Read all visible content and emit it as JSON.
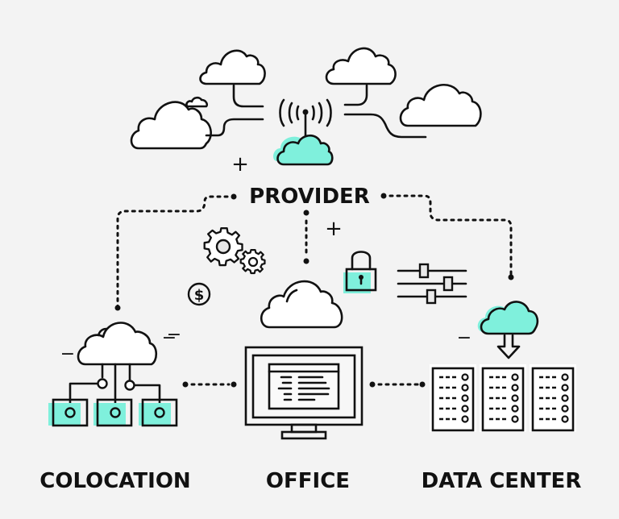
{
  "title": "Cloud hosting network diagram",
  "colors": {
    "background": "#f3f3f3",
    "accent": "#7ff0dc",
    "line": "#111111"
  },
  "nodes": {
    "provider": {
      "label": "PROVIDER",
      "icon": "antenna-cloud-icon"
    },
    "colocation": {
      "label": "COLOCATION",
      "icon": "cloud-network-icon"
    },
    "office": {
      "label": "OFFICE",
      "icon": "monitor-icon"
    },
    "data_center": {
      "label": "DATA CENTER",
      "icon": "server-racks-icon"
    }
  },
  "decorations": {
    "plus_symbol": "+",
    "minus_symbol": "−",
    "dollar_symbol": "$"
  },
  "connections": [
    {
      "from": "provider",
      "to": "colocation",
      "style": "dotted"
    },
    {
      "from": "provider",
      "to": "office",
      "style": "dotted"
    },
    {
      "from": "provider",
      "to": "data_center",
      "style": "dotted"
    },
    {
      "from": "colocation",
      "to": "office",
      "style": "dotted"
    },
    {
      "from": "office",
      "to": "data_center",
      "style": "dotted"
    }
  ]
}
